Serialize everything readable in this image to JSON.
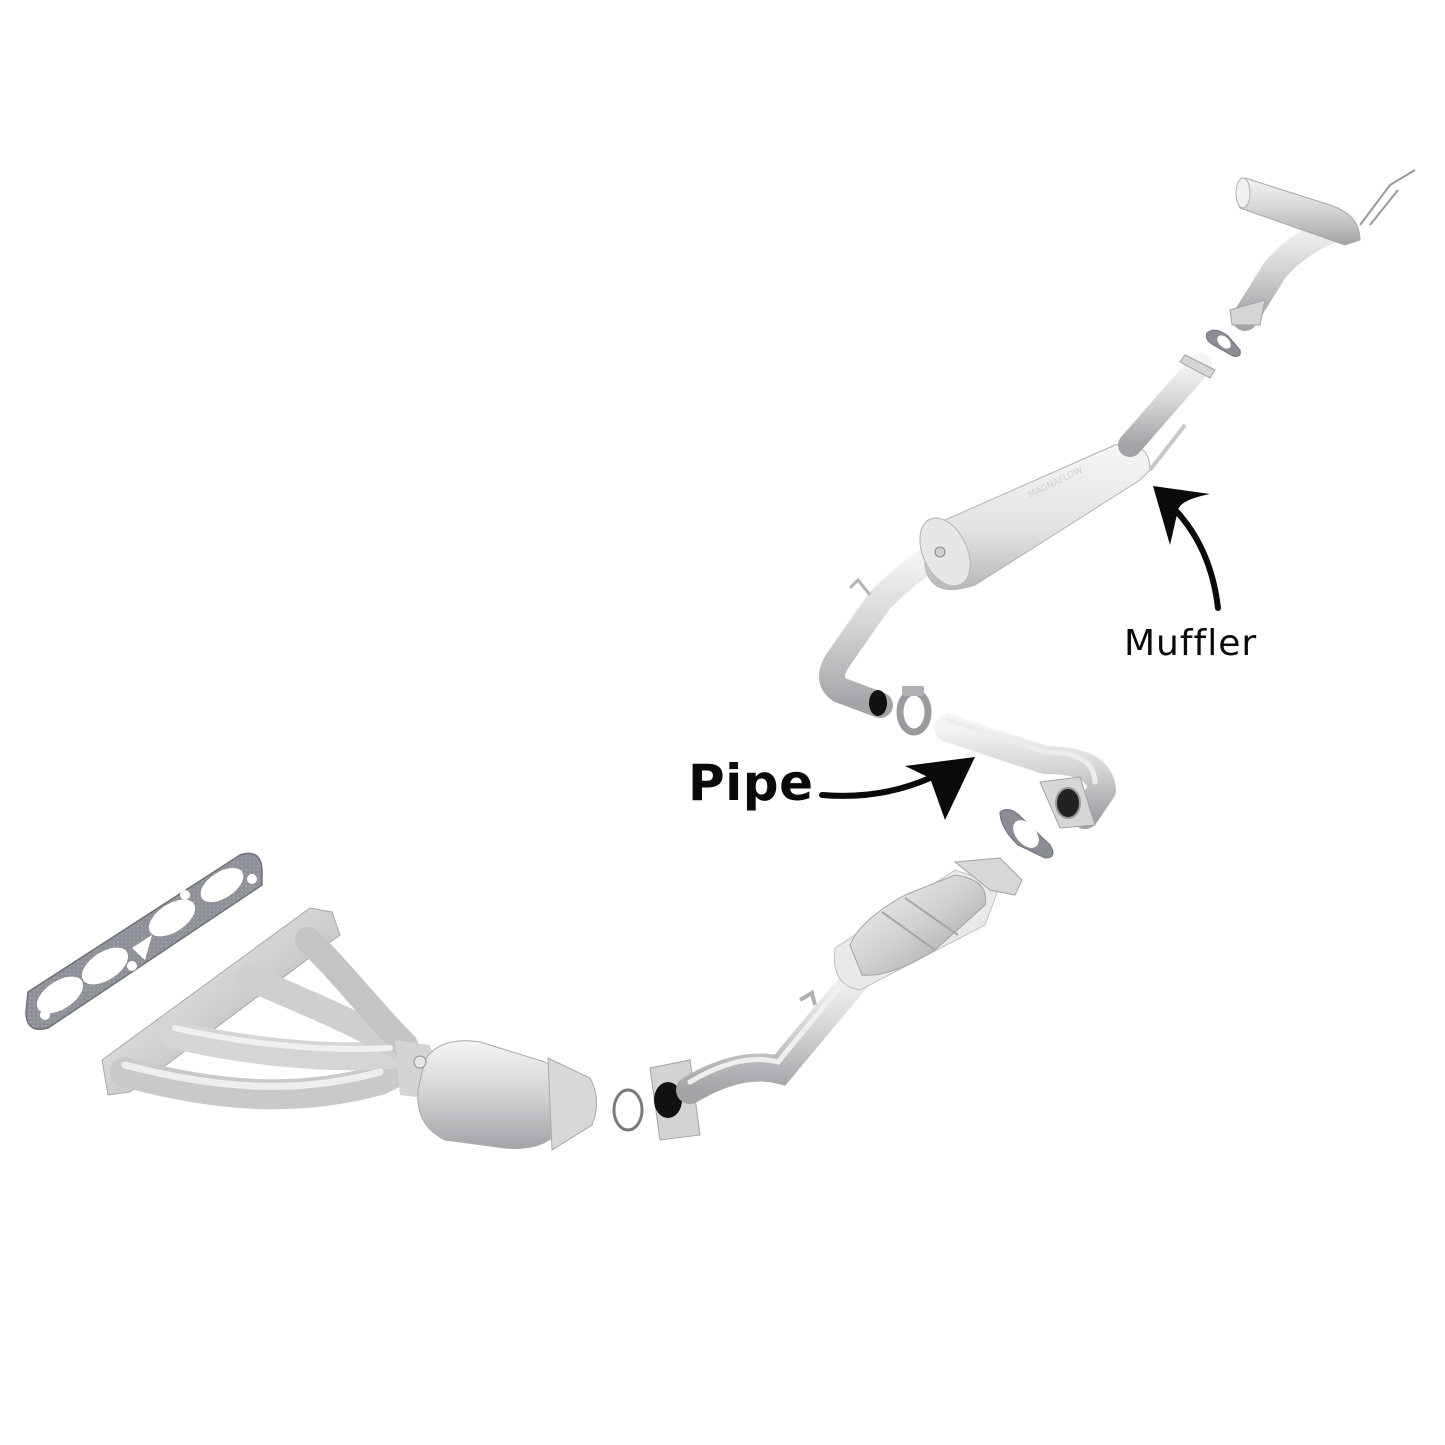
{
  "diagram": {
    "type": "exploded-parts-illustration",
    "subject": "exhaust system",
    "background": "#ffffff",
    "colors": {
      "metal_light": "#eeeeef",
      "metal_mid": "#c8c8cb",
      "metal_dark": "#9a9a9e",
      "gasket": "#8a8d94",
      "annotation": "#0a0a0a"
    },
    "annotations": [
      {
        "id": "pipe",
        "text": "Pipe",
        "points_to": "intermediate-pipe"
      },
      {
        "id": "muffler",
        "text": "Muffler",
        "points_to": "muffler"
      }
    ],
    "parts": [
      "exhaust-manifold-gasket",
      "exhaust-manifold-header",
      "manifold-catalytic-converter",
      "ring-gasket",
      "front-pipe",
      "catalytic-converter",
      "flange-gasket-1",
      "intermediate-pipe",
      "band-clamp",
      "muffler-inlet-pipe",
      "muffler",
      "muffler-outlet-pipe",
      "flange-gasket-2",
      "tailpipe",
      "exhaust-tip"
    ]
  }
}
